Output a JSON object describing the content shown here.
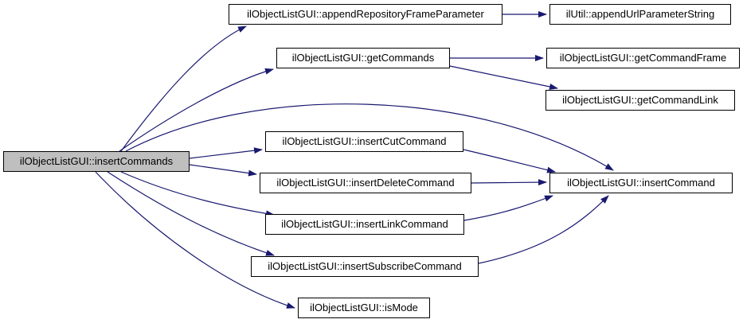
{
  "diagram": {
    "type": "call-graph",
    "tool_style": "doxygen",
    "colors": {
      "background": "#ffffff",
      "edge": "#191970",
      "node_border": "#000000",
      "node_fill": "#ffffff",
      "root_node_fill": "#bfbfbf",
      "text": "#000000"
    },
    "nodes": [
      {
        "id": "insertCommands",
        "label": "ilObjectListGUI::insertCommands",
        "role": "root"
      },
      {
        "id": "appendRepositoryFrameParameter",
        "label": "ilObjectListGUI::appendRepositoryFrameParameter",
        "role": "callee"
      },
      {
        "id": "appendUrlParameterString",
        "label": "ilUtil::appendUrlParameterString",
        "role": "callee"
      },
      {
        "id": "getCommands",
        "label": "ilObjectListGUI::getCommands",
        "role": "callee"
      },
      {
        "id": "getCommandFrame",
        "label": "ilObjectListGUI::getCommandFrame",
        "role": "callee"
      },
      {
        "id": "getCommandLink",
        "label": "ilObjectListGUI::getCommandLink",
        "role": "callee"
      },
      {
        "id": "insertCutCommand",
        "label": "ilObjectListGUI::insertCutCommand",
        "role": "callee"
      },
      {
        "id": "insertDeleteCommand",
        "label": "ilObjectListGUI::insertDeleteCommand",
        "role": "callee"
      },
      {
        "id": "insertCommand",
        "label": "ilObjectListGUI::insertCommand",
        "role": "callee"
      },
      {
        "id": "insertLinkCommand",
        "label": "ilObjectListGUI::insertLinkCommand",
        "role": "callee"
      },
      {
        "id": "insertSubscribeCommand",
        "label": "ilObjectListGUI::insertSubscribeCommand",
        "role": "callee"
      },
      {
        "id": "isMode",
        "label": "ilObjectListGUI::isMode",
        "role": "callee"
      }
    ],
    "edges": [
      {
        "from": "insertCommands",
        "to": "appendRepositoryFrameParameter"
      },
      {
        "from": "insertCommands",
        "to": "getCommands"
      },
      {
        "from": "insertCommands",
        "to": "insertCommand"
      },
      {
        "from": "insertCommands",
        "to": "insertCutCommand"
      },
      {
        "from": "insertCommands",
        "to": "insertDeleteCommand"
      },
      {
        "from": "insertCommands",
        "to": "insertLinkCommand"
      },
      {
        "from": "insertCommands",
        "to": "insertSubscribeCommand"
      },
      {
        "from": "insertCommands",
        "to": "isMode"
      },
      {
        "from": "appendRepositoryFrameParameter",
        "to": "appendUrlParameterString"
      },
      {
        "from": "getCommands",
        "to": "getCommandFrame"
      },
      {
        "from": "getCommands",
        "to": "getCommandLink"
      },
      {
        "from": "insertCutCommand",
        "to": "insertCommand"
      },
      {
        "from": "insertDeleteCommand",
        "to": "insertCommand"
      },
      {
        "from": "insertLinkCommand",
        "to": "insertCommand"
      },
      {
        "from": "insertSubscribeCommand",
        "to": "insertCommand"
      }
    ]
  }
}
